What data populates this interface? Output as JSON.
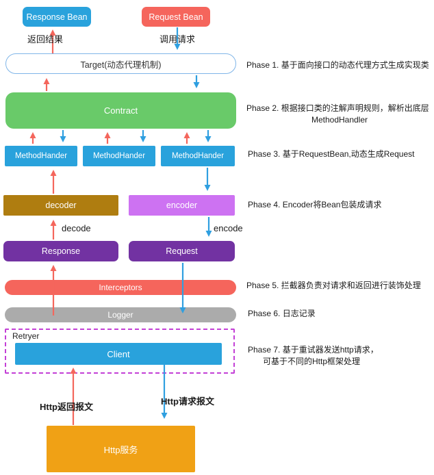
{
  "nodes": {
    "response_bean": "Response Bean",
    "request_bean": "Request Bean",
    "target": "Target(动态代理机制)",
    "contract": "Contract",
    "method_handler_1": "MethodHander",
    "method_handler_2": "MethodHander",
    "method_handler_3": "MethodHander",
    "decoder": "decoder",
    "encoder": "encoder",
    "response": "Response",
    "request": "Request",
    "interceptors": "Interceptors",
    "logger": "Logger",
    "retryer": "Retryer",
    "client": "Client",
    "http_service": "Http服务"
  },
  "edge_labels": {
    "return_result": "返回结果",
    "invoke_request": "调用请求",
    "decode": "decode",
    "encode": "encode",
    "http_response": "Http返回报文",
    "http_request": "Http请求报文"
  },
  "phases": {
    "p1": "Phase 1. 基于面向接口的动态代理方式生成实现类",
    "p2_line1": "Phase 2. 根据接口类的注解声明规则，解析出底层",
    "p2_line2": "MethodHandler",
    "p3": "Phase 3. 基于RequestBean,动态生成Request",
    "p4": "Phase 4. Encoder将Bean包装成请求",
    "p5": "Phase 5. 拦截器负责对请求和返回进行装饰处理",
    "p6": "Phase 6. 日志记录",
    "p7_line1": "Phase 7. 基于重试器发送http请求，",
    "p7_line2": "可基于不同的Http框架处理"
  },
  "colors": {
    "node_blue": "#29a2dc",
    "node_salmon": "#f5655c",
    "node_green": "#69ca69",
    "node_gold": "#af7d10",
    "node_orchid": "#cd72f2",
    "node_purple": "#7232a2",
    "node_gray": "#ababab",
    "node_orange": "#f0a115",
    "retryer_dash": "#c33fd6",
    "target_border": "#7fb5e8",
    "arrow_red": "#f4665c",
    "arrow_blue": "#2f9fe0"
  }
}
